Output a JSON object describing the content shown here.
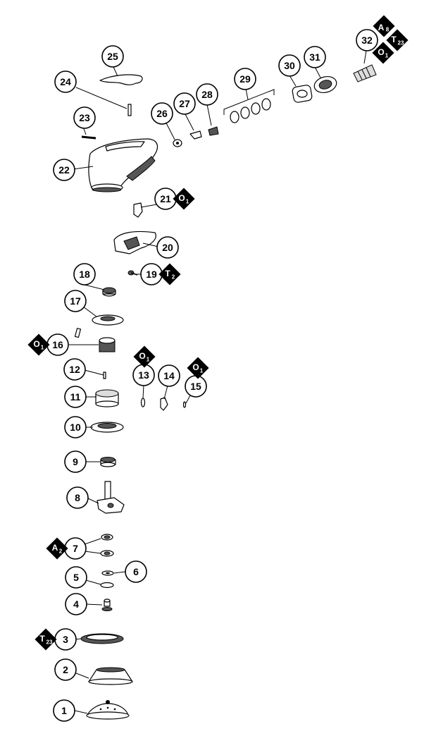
{
  "diagram": {
    "callouts": [
      {
        "id": "1",
        "label": "1"
      },
      {
        "id": "2",
        "label": "2"
      },
      {
        "id": "3",
        "label": "3"
      },
      {
        "id": "4",
        "label": "4"
      },
      {
        "id": "5",
        "label": "5"
      },
      {
        "id": "6",
        "label": "6"
      },
      {
        "id": "7",
        "label": "7"
      },
      {
        "id": "8",
        "label": "8"
      },
      {
        "id": "9",
        "label": "9"
      },
      {
        "id": "10",
        "label": "10"
      },
      {
        "id": "11",
        "label": "11"
      },
      {
        "id": "12",
        "label": "12"
      },
      {
        "id": "13",
        "label": "13"
      },
      {
        "id": "14",
        "label": "14"
      },
      {
        "id": "15",
        "label": "15"
      },
      {
        "id": "16",
        "label": "16"
      },
      {
        "id": "17",
        "label": "17"
      },
      {
        "id": "18",
        "label": "18"
      },
      {
        "id": "19",
        "label": "19"
      },
      {
        "id": "20",
        "label": "20"
      },
      {
        "id": "21",
        "label": "21"
      },
      {
        "id": "22",
        "label": "22"
      },
      {
        "id": "23",
        "label": "23"
      },
      {
        "id": "24",
        "label": "24"
      },
      {
        "id": "25",
        "label": "25"
      },
      {
        "id": "26",
        "label": "26"
      },
      {
        "id": "27",
        "label": "27"
      },
      {
        "id": "28",
        "label": "28"
      },
      {
        "id": "29",
        "label": "29"
      },
      {
        "id": "30",
        "label": "30"
      },
      {
        "id": "31",
        "label": "31"
      },
      {
        "id": "32",
        "label": "32"
      }
    ],
    "badges": [
      {
        "id": "A8",
        "letter": "A",
        "sub": "8"
      },
      {
        "id": "T23top",
        "letter": "T",
        "sub": "23"
      },
      {
        "id": "O1top",
        "letter": "O",
        "sub": "1"
      },
      {
        "id": "O1p21",
        "letter": "O",
        "sub": "1"
      },
      {
        "id": "T2",
        "letter": "T",
        "sub": "2"
      },
      {
        "id": "O1p16",
        "letter": "O",
        "sub": "1"
      },
      {
        "id": "O1p13",
        "letter": "O",
        "sub": "1"
      },
      {
        "id": "O1p15",
        "letter": "O",
        "sub": "1"
      },
      {
        "id": "A2",
        "letter": "A",
        "sub": "2"
      },
      {
        "id": "T23p3",
        "letter": "T",
        "sub": "23"
      }
    ]
  }
}
